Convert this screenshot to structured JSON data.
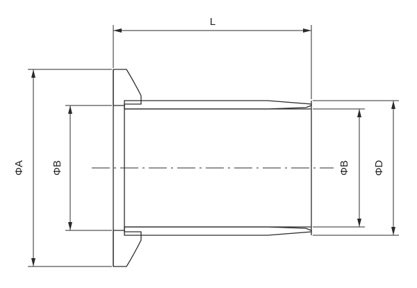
{
  "drawing": {
    "labels": {
      "length": "L",
      "outer_flange_dia": "ΦA",
      "bore_dia_left": "ΦB",
      "bore_dia_right": "ΦB",
      "outer_tube_dia": "ΦD"
    },
    "line_color": "#2a2a2a"
  }
}
